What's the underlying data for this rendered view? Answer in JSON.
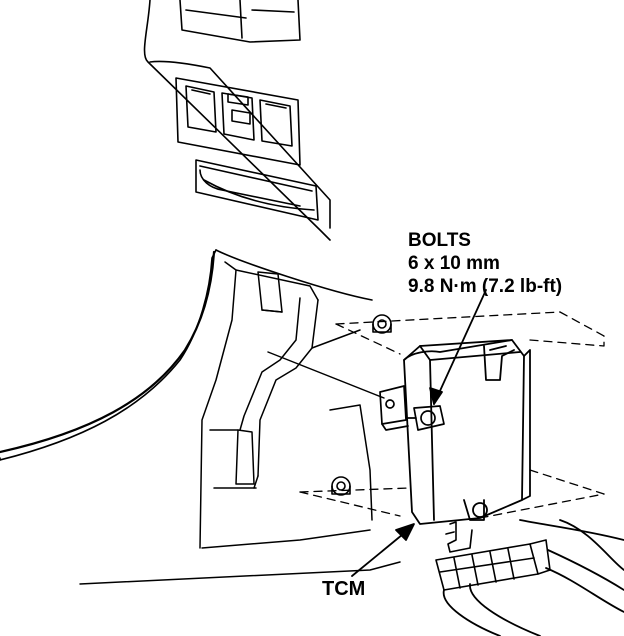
{
  "callouts": {
    "bolts": {
      "title": "BOLTS",
      "size": "6 x 10 mm",
      "torque": "9.8 N·m (7.2 lb-ft)"
    },
    "tcm": "TCM"
  },
  "colors": {
    "line": "#000000",
    "background": "#ffffff"
  }
}
